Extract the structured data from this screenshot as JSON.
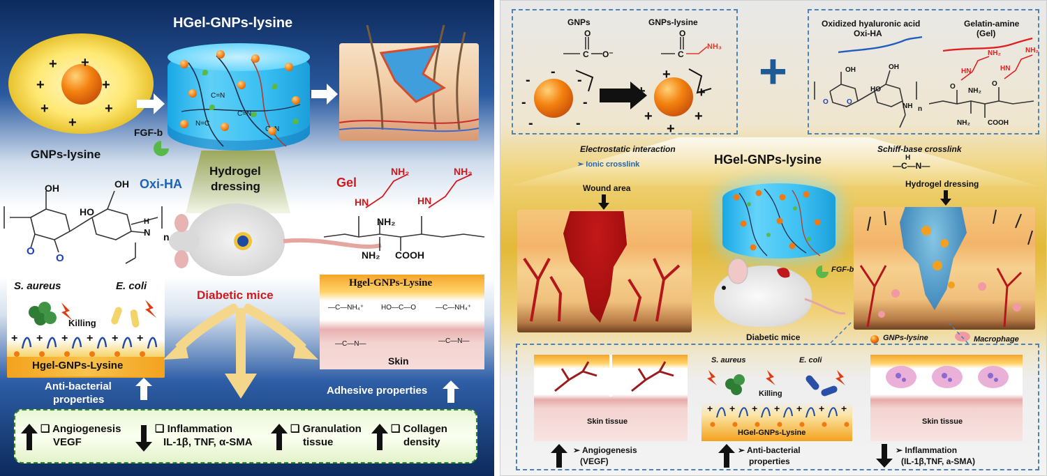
{
  "left_panel": {
    "title": "HGel-GNPs-lysine",
    "np_label": "GNPs-lysine",
    "fgf_label": "FGF-b",
    "oxiha_label": "Oxi-HA",
    "hydrogel_label_line1": "Hydrogel",
    "hydrogel_label_line2": "dressing",
    "gel_label": "Gel",
    "mice_label": "Diabetic mice",
    "s_aureus": "S. aureus",
    "e_coli": "E. coli",
    "killing": "Killing",
    "hgel_bar": "Hgel-GNPs-Lysine",
    "antibac_line1": "Anti-bacterial",
    "antibac_line2": "properties",
    "skin_panel_title": "Hgel-GNPs-Lysine",
    "skin_label": "Skin",
    "adhesive": "Adhesive properties",
    "chem": {
      "oh_a": "OH",
      "oh_b": "OH",
      "ho": "HO",
      "n_sub": "n",
      "nh2_top1": "NH₂",
      "nh2_top2": "NH₂",
      "nh_1": "HN",
      "nh_2": "HN",
      "nh2_mid": "NH₂",
      "nh2_bot": "NH₂",
      "cooh": "COOH",
      "o_a": "O",
      "o_b": "O",
      "n_lbl": "N",
      "h_lbl": "H",
      "skin_g1": "—C—NH₄⁺",
      "skin_g2": "HO—C—O",
      "skin_g3": "—C—NH₄⁺",
      "skin_g4": "—C—N—",
      "skin_g5": "—C—N—"
    },
    "results": [
      {
        "dir": "up",
        "title": "❏ Angiogenesis",
        "sub": "VEGF"
      },
      {
        "dir": "down",
        "title": "❏ Inflammation",
        "sub": "IL-1β, TNF, α-SMA"
      },
      {
        "dir": "up",
        "title": "❏ Granulation",
        "sub": "tissue"
      },
      {
        "dir": "up",
        "title": "❏ Collagen",
        "sub": "density"
      }
    ]
  },
  "right_panel": {
    "gnps": "GNPs",
    "gnps_lysine": "GNPs-lysine",
    "oxi_title1": "Oxidized hyaluronic acid",
    "oxi_title2": "Oxi-HA",
    "gel_title1": "Gelatin-amine",
    "gel_title2": "(Gel)",
    "electrostatic": "Electrostatic interaction",
    "ionic": "➢  Ionic crosslink",
    "center_title": "HGel-GNPs-lysine",
    "schiff": "Schiff-base crosslink",
    "schiff_formula": "—C—N—",
    "schiff_h": "H",
    "wound": "Wound area",
    "hydrogel_dressing": "Hydrogel dressing",
    "fgf": "FGF-b",
    "mice": "Diabetic mice",
    "gnps_lysine_legend": "GNPs-lysine",
    "macrophage": "Macrophage",
    "skin_tissue_a": "Skin tissue",
    "skin_tissue_b": "Skin tissue",
    "s_aureus": "S. aureus",
    "e_coli": "E. coli",
    "killing": "Killing",
    "hgel_bar": "HGel-GNPs-Lysine",
    "chem": {
      "o_top": "O",
      "o_top2": "O",
      "c_lbl": "C",
      "c_lbl2": "C",
      "o_minus": "O⁻",
      "nh3": "NH₃",
      "oh1": "OH",
      "oh2": "OH",
      "ho": "HO",
      "o1": "O",
      "o2": "O",
      "n_sub": "n",
      "nh": "NH",
      "nh2a": "NH₂",
      "nh2b": "NH₂",
      "hn1": "HN",
      "hn2": "HN",
      "o3": "O",
      "o4": "O",
      "nh2c": "NH₂",
      "nh2d": "NH₂",
      "cooh": "COOH"
    },
    "bottom": [
      {
        "dir": "up",
        "text1": "➢ Angiogenesis",
        "text2": "(VEGF)"
      },
      {
        "dir": "up",
        "text1": "➢ Anti-bacterial",
        "text2": "properties"
      },
      {
        "dir": "down",
        "text1": "➢ Inflammation",
        "text2": "(IL-1β,TNF, a-SMA)"
      }
    ]
  },
  "colors": {
    "navy": "#0d2a5c",
    "orange": "#f3a21d",
    "red_label": "#d2181c",
    "blue_label": "#1e64b4",
    "green_dash": "#2e8b1f",
    "blue_dash": "#4a82b8"
  }
}
